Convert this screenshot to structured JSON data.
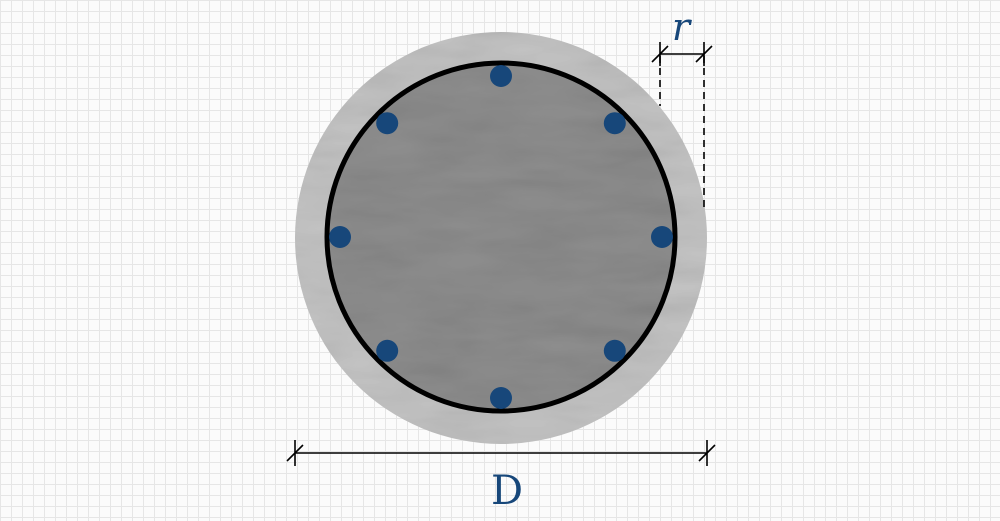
{
  "diagram": {
    "labels": {
      "radius": "r",
      "diameter": "D"
    },
    "rebar_count": 8,
    "colors": {
      "rebar": "#17477a",
      "label": "#17477a",
      "cover": "#c4c4c4",
      "core": "#8e8e8e",
      "hoop": "#000000",
      "dimension_line": "#000000",
      "grid": "#e6e6e6"
    }
  }
}
